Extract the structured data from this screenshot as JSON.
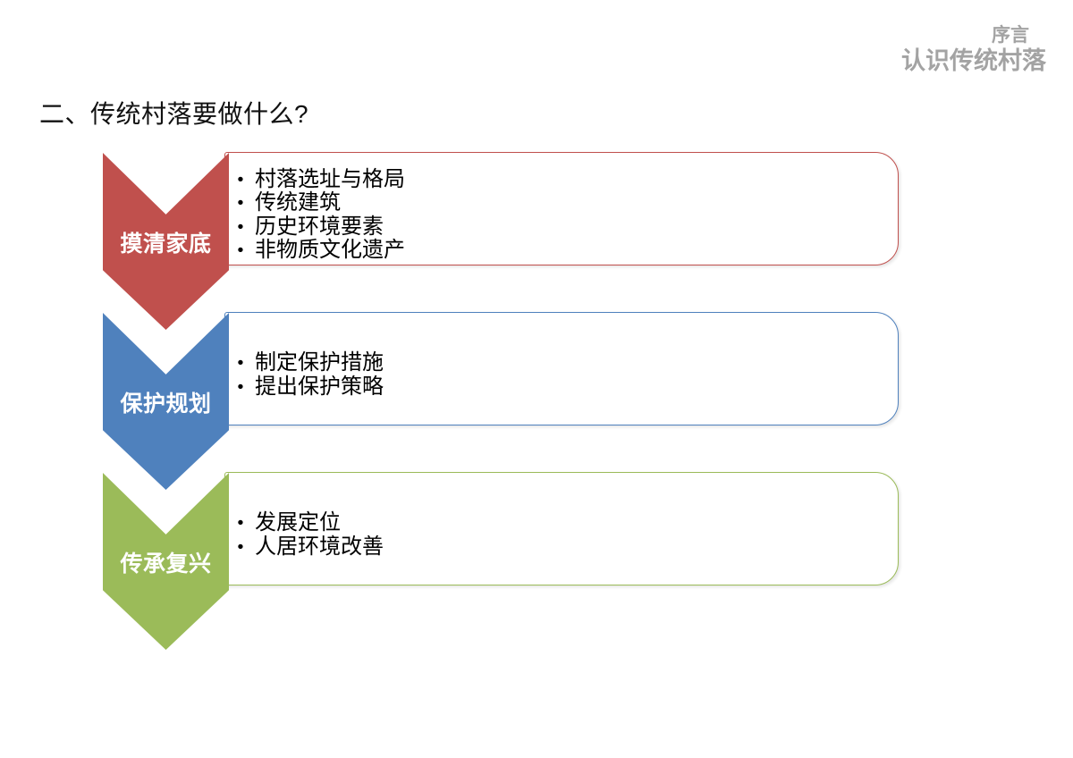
{
  "header": {
    "kicker": "序言",
    "title": "认识传统村落",
    "color": "#A3A3A3"
  },
  "title": "二、传统村落要做什么?",
  "steps": [
    {
      "label": "摸清家底",
      "color": "#C0504D",
      "bullets": [
        "村落选址与格局",
        "传统建筑",
        "历史环境要素",
        "非物质文化遗产"
      ]
    },
    {
      "label": "保护规划",
      "color": "#4F81BD",
      "bullets": [
        "制定保护措施",
        "提出保护策略"
      ]
    },
    {
      "label": "传承复兴",
      "color": "#9BBB59",
      "bullets": [
        "发展定位",
        "人居环境改善"
      ]
    }
  ]
}
